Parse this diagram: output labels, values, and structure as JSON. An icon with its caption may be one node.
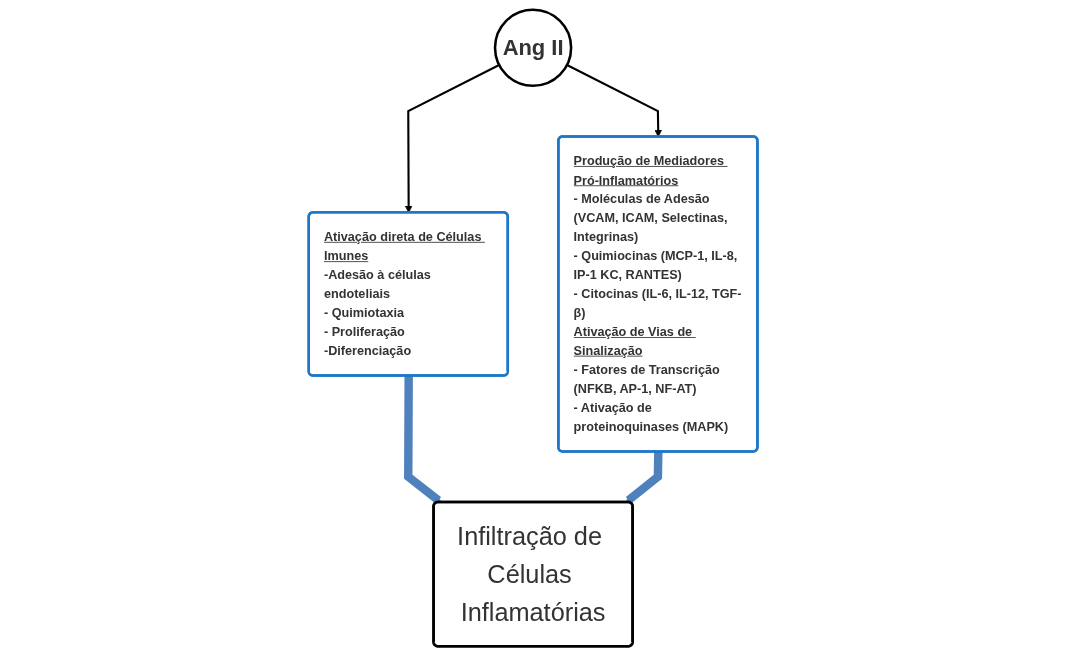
{
  "diagram": {
    "nodes": [
      {
        "text": [
          "Ang II"
        ]
      },
      {
        "text": [
          "Ativação direta de Células Imunes",
          "-Adesão à células endoteliais",
          "- Quimiotaxia",
          "- Proliferação",
          "-Diferenciação"
        ]
      },
      {
        "text": [
          "Produção de Mediadores Pró-Inflamatórios",
          "- Moléculas de Adesão (VCAM, ICAM, Selectinas, Integrinas)",
          "- Quimiocinas (MCP-1, IL-8, IP-1 KC, RANTES)",
          "- Citocinas (IL-6, IL-12, TGF-β)",
          "Ativação de Vias de Sinalização",
          "- Fatores de Transcrição (NFKB, AP-1, NF-AT)",
          "- Ativação de proteinoquinases (MAPK)"
        ]
      },
      {
        "text": [
          "Infiltração de Células Inflamatórias"
        ]
      }
    ],
    "edges": [
      {
        "from": 0,
        "to": 1,
        "arrow": "to"
      },
      {
        "from": 0,
        "to": 2,
        "arrow": "to"
      },
      {
        "from": 1,
        "to": 3,
        "arrow": "to",
        "style": "thick",
        "color": "#4f81bd"
      },
      {
        "from": 2,
        "to": 3,
        "arrow": "to",
        "style": "thick",
        "color": "#4f81bd"
      }
    ]
  }
}
